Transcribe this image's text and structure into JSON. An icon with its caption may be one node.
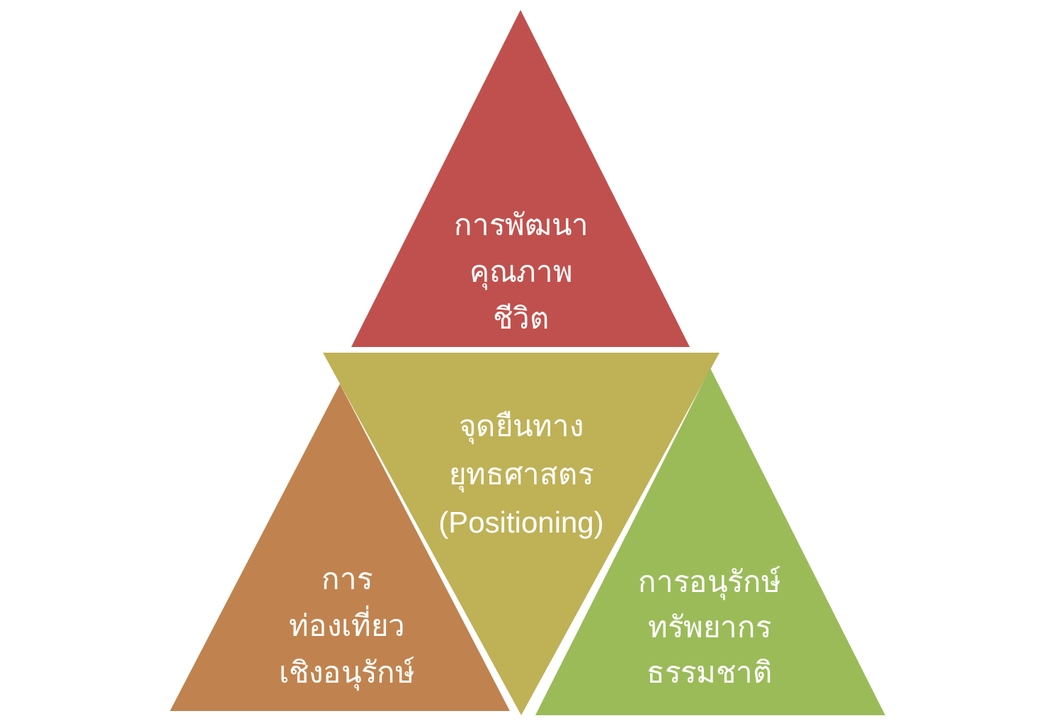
{
  "diagram": {
    "nodes": [
      {
        "text": [
          "การพัฒนาคุณภาพชีวิต"
        ]
      },
      {
        "text": [
          "จุดยืนทางยุทธศาสตร (Positioning)"
        ]
      },
      {
        "text": [
          "การท่องเที่ยวเชิงอนุรักษ์"
        ]
      },
      {
        "text": [
          "การอนุรักษ์ทรัพยากรธรรมชาติ"
        ]
      }
    ]
  }
}
